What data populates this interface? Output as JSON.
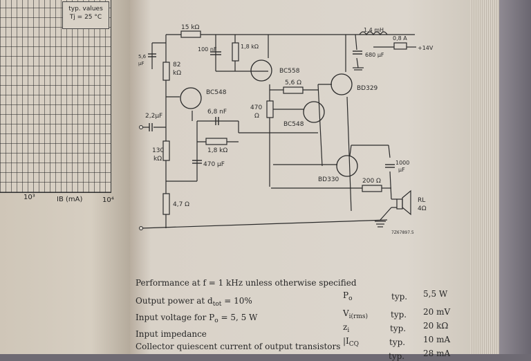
{
  "left_page": {
    "legend_line1": "typ. values",
    "legend_line2": "Tj = 25 °C",
    "axis_tick_left": "10³",
    "axis_tick_right": "10⁴",
    "axis_label": "IB (mA)"
  },
  "schematic": {
    "labels": {
      "r_15k": "15 kΩ",
      "c_100n": "100 nF",
      "c_100n_unit": "nF",
      "r_1k8_top": "1,8 kΩ",
      "r_1k8_top_unit": "kΩ",
      "l_1m4": "1,4 mH",
      "fuse": "0,8 A",
      "supply": "+14V",
      "c_680": "680 µF",
      "r_82k": "82",
      "r_82k_unit": "kΩ",
      "c_5u_top": "5,6",
      "c_5u_unit": "µF",
      "q1": "BC548",
      "q2": "BC558",
      "r_5r6": "5,6 Ω",
      "q3": "BD329",
      "c_2u2": "2,2µF",
      "c_6n8": "6,8 nF",
      "pot_470": "470",
      "pot_470_unit": "Ω",
      "q4": "BC548",
      "r_130k": "130",
      "r_130k_unit": "kΩ",
      "r_1k8_fb": "1,8 kΩ",
      "c_470u": "470 µF",
      "c_1000u": "1000",
      "c_1000u_unit": "µF",
      "q5": "BD330",
      "r_200": "200 Ω",
      "rl": "RL",
      "rl_val": "4Ω",
      "r_4r7": "4,7 Ω",
      "fig_code": "7Z67897.5"
    }
  },
  "specs": {
    "heading": "Performance at f = 1 kHz unless otherwise specified",
    "rows": [
      {
        "label": "Output power at d",
        "label_sub": "tot",
        "label_tail": " = 10%",
        "symbol": "P",
        "symbol_sub": "o",
        "kind": "typ.",
        "value": "5,5",
        "unit": "W"
      },
      {
        "label": "Input voltage for P",
        "label_sub": "o",
        "label_tail": " = 5, 5 W",
        "symbol": "V",
        "symbol_sub": "i(rms)",
        "kind": "typ.",
        "value": "20",
        "unit": "mV"
      },
      {
        "label": "Input impedance",
        "label_sub": "",
        "label_tail": "",
        "symbol": "z",
        "symbol_sub": "i",
        "kind": "typ.",
        "value": "20",
        "unit": "kΩ"
      },
      {
        "label": "Collector quiescent current of output transistors",
        "label_sub": "",
        "label_tail": "",
        "symbol": "|I",
        "symbol_sub": "CQ",
        "kind": "typ.",
        "value": "10",
        "unit": "mA"
      },
      {
        "label": "",
        "label_sub": "",
        "label_tail": "",
        "symbol": "",
        "symbol_sub": "",
        "kind": "typ.",
        "value": "28",
        "unit": "mA"
      }
    ]
  },
  "colors": {
    "paper": "#dcd6cd",
    "ink": "#2a2a2a",
    "background": "#6e6a73"
  }
}
